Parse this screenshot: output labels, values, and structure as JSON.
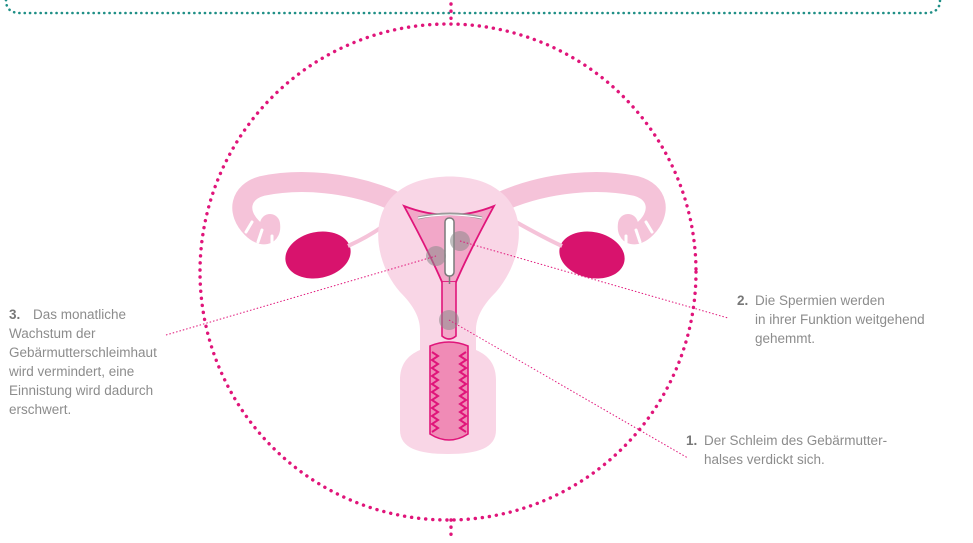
{
  "colors": {
    "teal": "#1f8f86",
    "magenta": "#e0157a",
    "light_pink": "#f7cde0",
    "mid_pink": "#ef9bc0",
    "text": "#8c8c8c"
  },
  "annotations": [
    {
      "number": "3.",
      "text": "Das monatliche\nWachstum der\nGebärmutterschleimhaut\nwird vermindert, eine\nEinnistung wird dadurch\nerschwert."
    },
    {
      "number": "2.",
      "text": "Die Spermien werden\nin ihrer Funktion weitgehend\ngehemmt."
    },
    {
      "number": "1.",
      "text": "Der Schleim des Gebärmutter-\nhalses verdickt sich."
    }
  ]
}
